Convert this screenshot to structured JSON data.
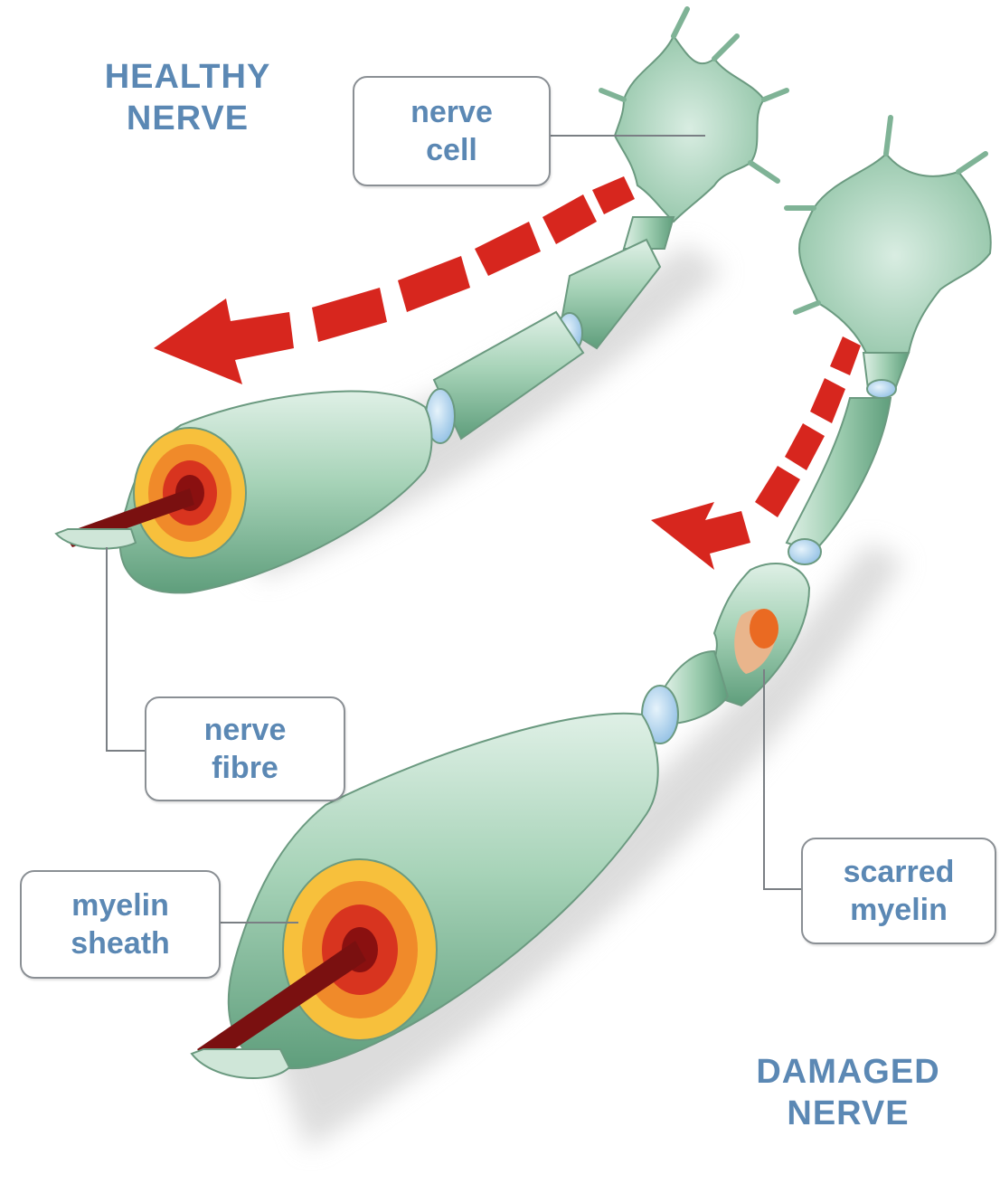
{
  "headings": {
    "healthy": [
      "HEALTHY",
      "NERVE"
    ],
    "damaged": [
      "DAMAGED",
      "NERVE"
    ]
  },
  "labels": {
    "nerve_cell": [
      "nerve",
      "cell"
    ],
    "nerve_fibre": [
      "nerve",
      "fibre"
    ],
    "myelin_sheath": [
      "myelin",
      "sheath"
    ],
    "scarred_myelin": [
      "scarred",
      "myelin"
    ]
  },
  "colors": {
    "label_text": "#5b88b4",
    "myelin_green": "#8fc2a4",
    "node_blue": "#a9cde9",
    "signal_arrow": "#d7261e",
    "core_dark": "#7a1010"
  }
}
